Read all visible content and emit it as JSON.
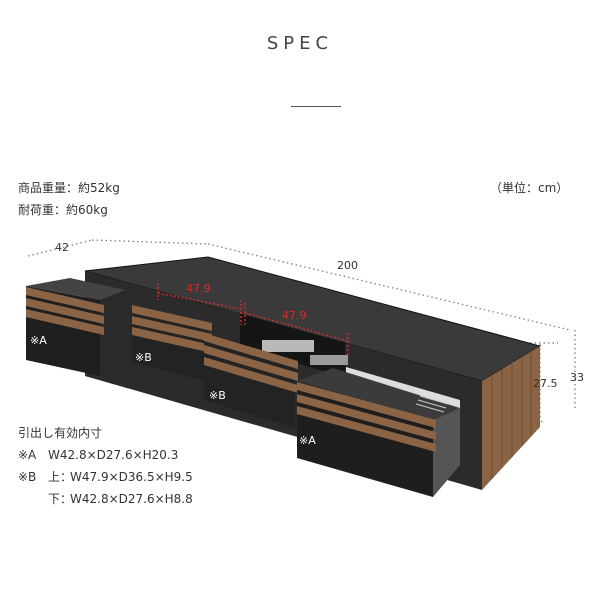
{
  "title": "SPEC",
  "weight": {
    "product": "商品重量：約52kg",
    "load": "耐荷重：約60kg"
  },
  "unit": "（単位：cm）",
  "dimensions": {
    "depth": "42",
    "width": "200",
    "drawer_b_width_left": "47.9",
    "drawer_b_width_right": "47.9",
    "height_inner": "27.5",
    "height_total": "33"
  },
  "drawer_labels": {
    "a_left": "※A",
    "b_left": "※B",
    "b_center": "※B",
    "a_right": "※A"
  },
  "drawer_specs": {
    "heading": "引出し有効内寸",
    "a": {
      "key": "※A",
      "value": "W42.8×D27.6×H20.3"
    },
    "b": {
      "key": "※B",
      "upper": {
        "prefix": "上：",
        "value": "W47.9×D36.5×H9.5"
      },
      "lower": {
        "prefix": "下：",
        "value": "W42.8×D27.6×H8.8"
      }
    }
  },
  "colors": {
    "dim_red": "#d62b2b",
    "wood": "#8b6446",
    "body": "#2b2b2b"
  }
}
